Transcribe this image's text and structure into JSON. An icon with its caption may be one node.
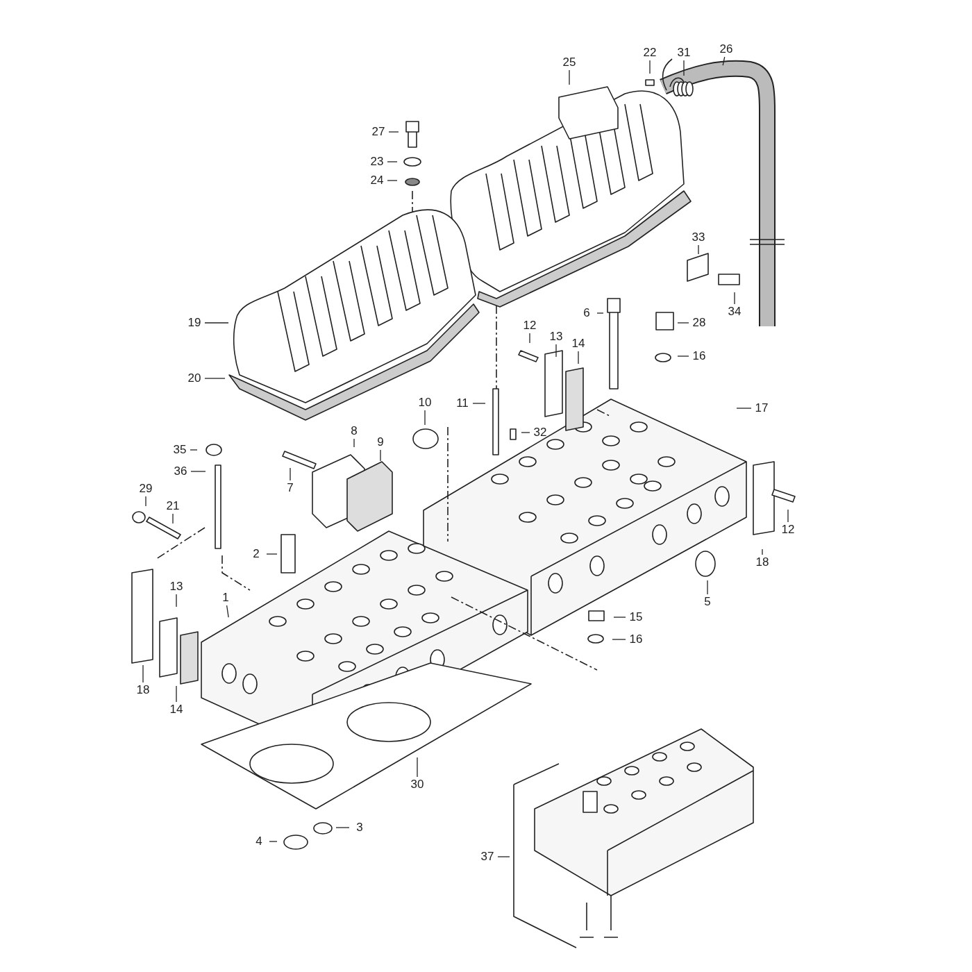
{
  "diagram": {
    "nodes": [
      {
        "text": [
          "25"
        ]
      },
      {
        "text": [
          "22"
        ]
      },
      {
        "text": [
          "31"
        ]
      },
      {
        "text": [
          "26"
        ]
      },
      {
        "text": [
          "27"
        ]
      },
      {
        "text": [
          "23"
        ]
      },
      {
        "text": [
          "24"
        ]
      },
      {
        "text": [
          "33"
        ]
      },
      {
        "text": [
          "19"
        ]
      },
      {
        "text": [
          "6"
        ]
      },
      {
        "text": [
          "28"
        ]
      },
      {
        "text": [
          "34"
        ]
      },
      {
        "text": [
          "12"
        ]
      },
      {
        "text": [
          "13"
        ]
      },
      {
        "text": [
          "14"
        ]
      },
      {
        "text": [
          "16"
        ]
      },
      {
        "text": [
          "20"
        ]
      },
      {
        "text": [
          "10"
        ]
      },
      {
        "text": [
          "11"
        ]
      },
      {
        "text": [
          "17"
        ]
      },
      {
        "text": [
          "32"
        ]
      },
      {
        "text": [
          "8"
        ]
      },
      {
        "text": [
          "9"
        ]
      },
      {
        "text": [
          "35"
        ]
      },
      {
        "text": [
          "36"
        ]
      },
      {
        "text": [
          "7"
        ]
      },
      {
        "text": [
          "29"
        ]
      },
      {
        "text": [
          "21"
        ]
      },
      {
        "text": [
          "12"
        ]
      },
      {
        "text": [
          "2"
        ]
      },
      {
        "text": [
          "18"
        ]
      },
      {
        "text": [
          "13"
        ]
      },
      {
        "text": [
          "1"
        ]
      },
      {
        "text": [
          "5"
        ]
      },
      {
        "text": [
          "15"
        ]
      },
      {
        "text": [
          "16"
        ]
      },
      {
        "text": [
          "18"
        ]
      },
      {
        "text": [
          "14"
        ]
      },
      {
        "text": [
          "30"
        ]
      },
      {
        "text": [
          "3"
        ]
      },
      {
        "text": [
          "4"
        ]
      },
      {
        "text": [
          "37"
        ]
      }
    ],
    "edges": [
      {
        "from": 0,
        "to": null,
        "arrow": "none"
      },
      {
        "from": 1,
        "to": null,
        "arrow": "none"
      },
      {
        "from": 2,
        "to": null,
        "arrow": "none"
      },
      {
        "from": 3,
        "to": null,
        "arrow": "none"
      },
      {
        "from": 4,
        "to": null,
        "arrow": "none"
      },
      {
        "from": 5,
        "to": null,
        "arrow": "none"
      },
      {
        "from": 6,
        "to": null,
        "arrow": "none"
      },
      {
        "from": 7,
        "to": null,
        "arrow": "none"
      },
      {
        "from": 8,
        "to": null,
        "arrow": "none"
      },
      {
        "from": 9,
        "to": null,
        "arrow": "none"
      },
      {
        "from": 10,
        "to": null,
        "arrow": "none"
      },
      {
        "from": 11,
        "to": null,
        "arrow": "none"
      },
      {
        "from": 12,
        "to": null,
        "arrow": "none"
      },
      {
        "from": 13,
        "to": null,
        "arrow": "none"
      },
      {
        "from": 14,
        "to": null,
        "arrow": "none"
      },
      {
        "from": 15,
        "to": null,
        "arrow": "none"
      },
      {
        "from": 16,
        "to": null,
        "arrow": "none"
      },
      {
        "from": 17,
        "to": null,
        "arrow": "none"
      },
      {
        "from": 18,
        "to": null,
        "arrow": "none"
      },
      {
        "from": 19,
        "to": null,
        "arrow": "none"
      },
      {
        "from": 20,
        "to": null,
        "arrow": "none"
      },
      {
        "from": 21,
        "to": null,
        "arrow": "none"
      },
      {
        "from": 22,
        "to": null,
        "arrow": "none"
      },
      {
        "from": 23,
        "to": null,
        "arrow": "none"
      },
      {
        "from": 24,
        "to": null,
        "arrow": "none"
      },
      {
        "from": 25,
        "to": null,
        "arrow": "none"
      },
      {
        "from": 26,
        "to": null,
        "arrow": "none"
      },
      {
        "from": 27,
        "to": null,
        "arrow": "none"
      },
      {
        "from": 28,
        "to": null,
        "arrow": "none"
      },
      {
        "from": 29,
        "to": null,
        "arrow": "none"
      },
      {
        "from": 30,
        "to": null,
        "arrow": "none"
      },
      {
        "from": 31,
        "to": null,
        "arrow": "none"
      },
      {
        "from": 32,
        "to": null,
        "arrow": "none"
      },
      {
        "from": 33,
        "to": null,
        "arrow": "none"
      },
      {
        "from": 34,
        "to": null,
        "arrow": "none"
      },
      {
        "from": 35,
        "to": null,
        "arrow": "none"
      },
      {
        "from": 36,
        "to": null,
        "arrow": "none"
      },
      {
        "from": 37,
        "to": null,
        "arrow": "none"
      },
      {
        "from": 38,
        "to": null,
        "arrow": "none"
      },
      {
        "from": 39,
        "to": null,
        "arrow": "none"
      },
      {
        "from": 40,
        "to": null,
        "arrow": "none"
      },
      {
        "from": 41,
        "to": null,
        "arrow": "none"
      }
    ]
  }
}
